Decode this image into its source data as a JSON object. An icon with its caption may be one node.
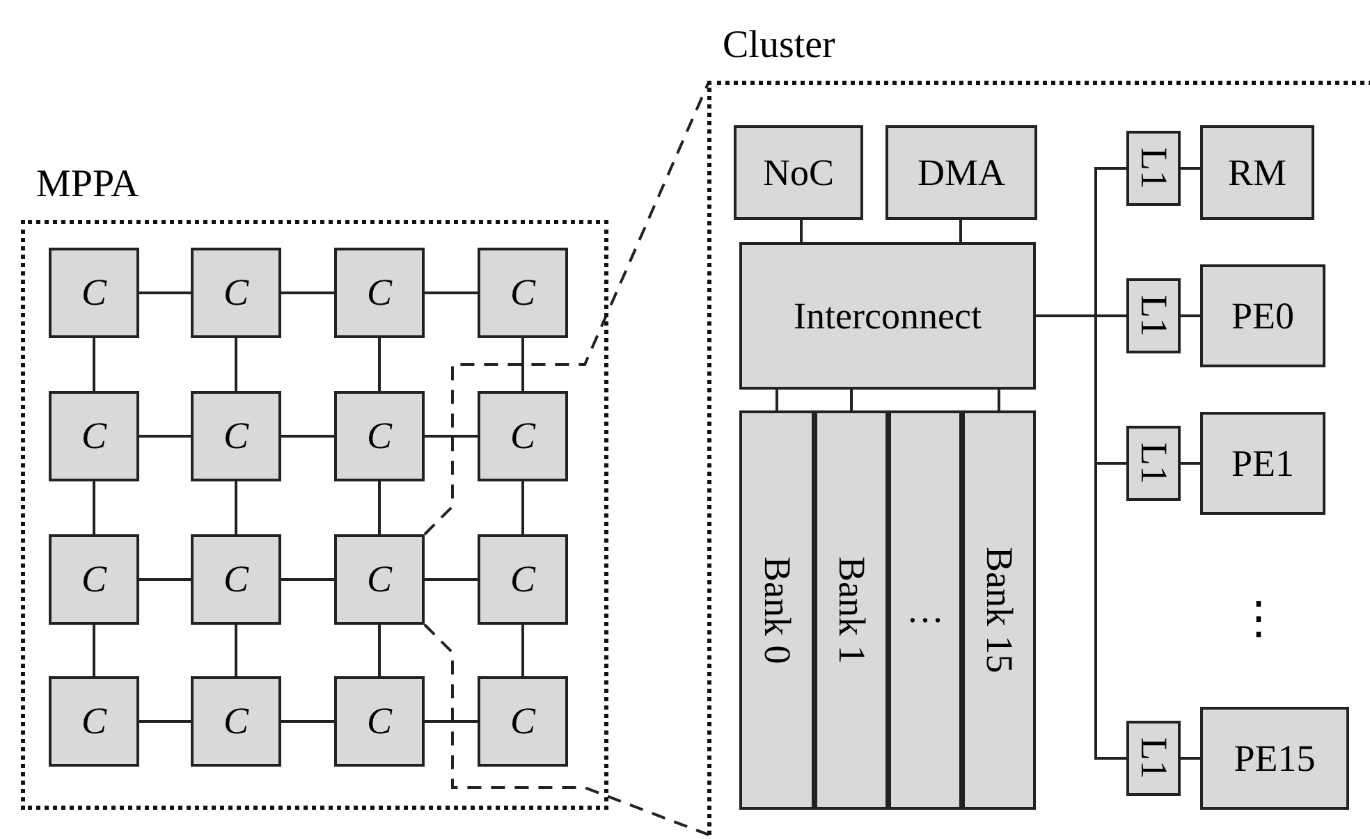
{
  "diagram": {
    "nodes": [
      {
        "text": [
          "MPPA"
        ]
      },
      {
        "text": [
          "C"
        ],
        "in": 0
      },
      {
        "text": [
          "C"
        ],
        "in": 0
      },
      {
        "text": [
          "C"
        ],
        "in": 0
      },
      {
        "text": [
          "C"
        ],
        "in": 0
      },
      {
        "text": [
          "C"
        ],
        "in": 0
      },
      {
        "text": [
          "C"
        ],
        "in": 0
      },
      {
        "text": [
          "C"
        ],
        "in": 0
      },
      {
        "text": [
          "C"
        ],
        "in": 0
      },
      {
        "text": [
          "C"
        ],
        "in": 0
      },
      {
        "text": [
          "C"
        ],
        "in": 0
      },
      {
        "text": [
          "C"
        ],
        "in": 0
      },
      {
        "text": [
          "C"
        ],
        "in": 0
      },
      {
        "text": [
          "C"
        ],
        "in": 0
      },
      {
        "text": [
          "C"
        ],
        "in": 0
      },
      {
        "text": [
          "C"
        ],
        "in": 0
      },
      {
        "text": [
          "C"
        ],
        "in": 0
      },
      {
        "text": [
          "Cluster"
        ]
      },
      {
        "text": [
          "NoC"
        ],
        "in": 17
      },
      {
        "text": [
          "DMA"
        ],
        "in": 17
      },
      {
        "text": [
          "Interconnect"
        ],
        "in": 17
      },
      {
        "text": [
          "Bank 0"
        ],
        "in": 17
      },
      {
        "text": [
          "Bank 1"
        ],
        "in": 17
      },
      {
        "text": [
          "…"
        ],
        "in": 17
      },
      {
        "text": [
          "Bank 15"
        ],
        "in": 17
      },
      {
        "text": [
          "L1"
        ],
        "in": 17
      },
      {
        "text": [
          "RM"
        ],
        "in": 17
      },
      {
        "text": [
          "L1"
        ],
        "in": 17
      },
      {
        "text": [
          "PE0"
        ],
        "in": 17
      },
      {
        "text": [
          "L1"
        ],
        "in": 17
      },
      {
        "text": [
          "PE1"
        ],
        "in": 17
      },
      {
        "text": [
          "L1"
        ],
        "in": 17
      },
      {
        "text": [
          "PE15"
        ],
        "in": 17
      }
    ],
    "edges": [
      {
        "from": 1,
        "to": 2,
        "arrow": "none"
      },
      {
        "from": 2,
        "to": 3,
        "arrow": "none"
      },
      {
        "from": 3,
        "to": 4,
        "arrow": "none"
      },
      {
        "from": 5,
        "to": 6,
        "arrow": "none"
      },
      {
        "from": 6,
        "to": 7,
        "arrow": "none"
      },
      {
        "from": 7,
        "to": 8,
        "arrow": "none"
      },
      {
        "from": 9,
        "to": 10,
        "arrow": "none"
      },
      {
        "from": 10,
        "to": 11,
        "arrow": "none"
      },
      {
        "from": 11,
        "to": 12,
        "arrow": "none"
      },
      {
        "from": 13,
        "to": 14,
        "arrow": "none"
      },
      {
        "from": 14,
        "to": 15,
        "arrow": "none"
      },
      {
        "from": 15,
        "to": 16,
        "arrow": "none"
      },
      {
        "from": 1,
        "to": 5,
        "arrow": "none"
      },
      {
        "from": 2,
        "to": 6,
        "arrow": "none"
      },
      {
        "from": 3,
        "to": 7,
        "arrow": "none"
      },
      {
        "from": 4,
        "to": 8,
        "arrow": "none"
      },
      {
        "from": 5,
        "to": 9,
        "arrow": "none"
      },
      {
        "from": 6,
        "to": 10,
        "arrow": "none"
      },
      {
        "from": 7,
        "to": 11,
        "arrow": "none"
      },
      {
        "from": 8,
        "to": 12,
        "arrow": "none"
      },
      {
        "from": 9,
        "to": 13,
        "arrow": "none"
      },
      {
        "from": 10,
        "to": 14,
        "arrow": "none"
      },
      {
        "from": 11,
        "to": 15,
        "arrow": "none"
      },
      {
        "from": 12,
        "to": 16,
        "arrow": "none"
      },
      {
        "from": 11,
        "to": 17,
        "arrow": "none",
        "style": "dashed"
      },
      {
        "from": 11,
        "to": 17,
        "arrow": "none",
        "style": "dashed"
      },
      {
        "from": 18,
        "to": 20,
        "arrow": "none"
      },
      {
        "from": 19,
        "to": 20,
        "arrow": "none"
      },
      {
        "from": 20,
        "to": 21,
        "arrow": "none"
      },
      {
        "from": 20,
        "to": 22,
        "arrow": "none"
      },
      {
        "from": 20,
        "to": 24,
        "arrow": "none"
      },
      {
        "from": 20,
        "to": 25,
        "arrow": "none"
      },
      {
        "from": 20,
        "to": 27,
        "arrow": "none"
      },
      {
        "from": 20,
        "to": 29,
        "arrow": "none"
      },
      {
        "from": 20,
        "to": 31,
        "arrow": "none"
      },
      {
        "from": 25,
        "to": 26,
        "arrow": "none"
      },
      {
        "from": 27,
        "to": 28,
        "arrow": "none"
      },
      {
        "from": 29,
        "to": 30,
        "arrow": "none"
      },
      {
        "from": 31,
        "to": 32,
        "arrow": "none"
      }
    ],
    "labels": [
      "⋮"
    ]
  }
}
